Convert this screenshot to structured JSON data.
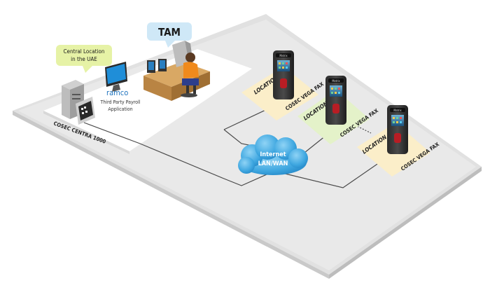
{
  "callouts": {
    "tam": "TAM",
    "central_line1": "Central Location",
    "central_line2": "in the UAE"
  },
  "software": {
    "brand": "ramco",
    "line1": "Third Party Payroll",
    "line2": "Application"
  },
  "server": {
    "label": "COSEC CENTRA 1000"
  },
  "network": {
    "line1": "Internet",
    "line2": "LAN/WAN"
  },
  "devices": [
    {
      "location": "LOCATION 1",
      "model": "COSEC VEGA FAX"
    },
    {
      "location": "LOCATION 2",
      "model": "COSEC VEGA FAX"
    },
    {
      "location": "LOCATION 14",
      "model": "COSEC VEGA FAX"
    }
  ],
  "device_badge": "Matrix",
  "colors": {
    "tam_bubble": "#cfe8f7",
    "central_bubble": "#e6f2a6",
    "cloud": "#3fa7e0",
    "pad_1": "#fbeec9",
    "pad_2": "#e4f2c9",
    "pad_3": "#fbeec9",
    "platform": "#e7e7e7",
    "wire": "#4a4a4a",
    "brand": "#1e73be"
  }
}
